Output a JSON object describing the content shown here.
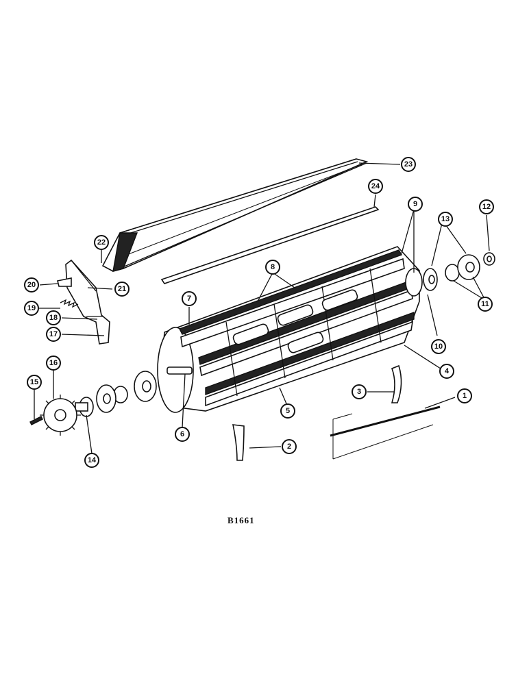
{
  "figure_code": "B1661",
  "callouts": [
    {
      "id": "c1",
      "label": "1"
    },
    {
      "id": "c2",
      "label": "2"
    },
    {
      "id": "c3",
      "label": "3"
    },
    {
      "id": "c4",
      "label": "4"
    },
    {
      "id": "c5",
      "label": "5"
    },
    {
      "id": "c6",
      "label": "6"
    },
    {
      "id": "c7",
      "label": "7"
    },
    {
      "id": "c8",
      "label": "8"
    },
    {
      "id": "c9",
      "label": "9"
    },
    {
      "id": "c10",
      "label": "10"
    },
    {
      "id": "c11",
      "label": "11"
    },
    {
      "id": "c12",
      "label": "12"
    },
    {
      "id": "c13",
      "label": "13"
    },
    {
      "id": "c14",
      "label": "14"
    },
    {
      "id": "c15",
      "label": "15"
    },
    {
      "id": "c16",
      "label": "16"
    },
    {
      "id": "c17",
      "label": "17"
    },
    {
      "id": "c18",
      "label": "18"
    },
    {
      "id": "c19",
      "label": "19"
    },
    {
      "id": "c20",
      "label": "20"
    },
    {
      "id": "c21",
      "label": "21"
    },
    {
      "id": "c22",
      "label": "22"
    },
    {
      "id": "c23",
      "label": "23"
    },
    {
      "id": "c24",
      "label": "24"
    }
  ]
}
